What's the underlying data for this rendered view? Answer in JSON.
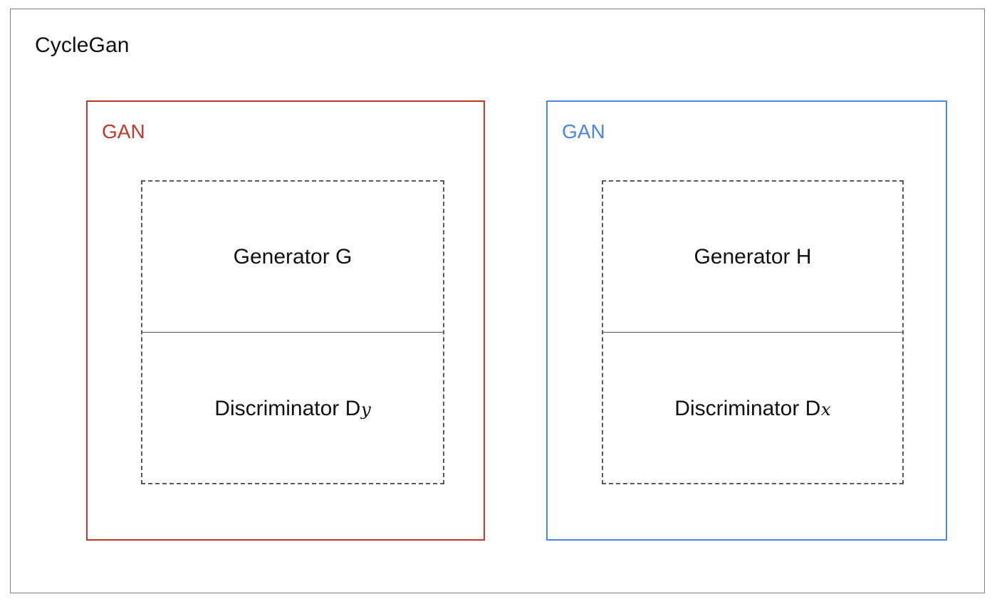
{
  "diagram": {
    "title": "CycleGan",
    "frame_color": "#808080",
    "groups": [
      {
        "id": "gan-left",
        "label": "GAN",
        "color": "#C0392B",
        "module": {
          "generator": {
            "text": "Generator G",
            "name": "G"
          },
          "discriminator": {
            "prefix": "Discriminator D",
            "subscript": "y"
          }
        }
      },
      {
        "id": "gan-right",
        "label": "GAN",
        "color": "#4A86E8",
        "module": {
          "generator": {
            "text": "Generator H",
            "name": "H"
          },
          "discriminator": {
            "prefix": "Discriminator D",
            "subscript": "x"
          }
        }
      }
    ]
  }
}
